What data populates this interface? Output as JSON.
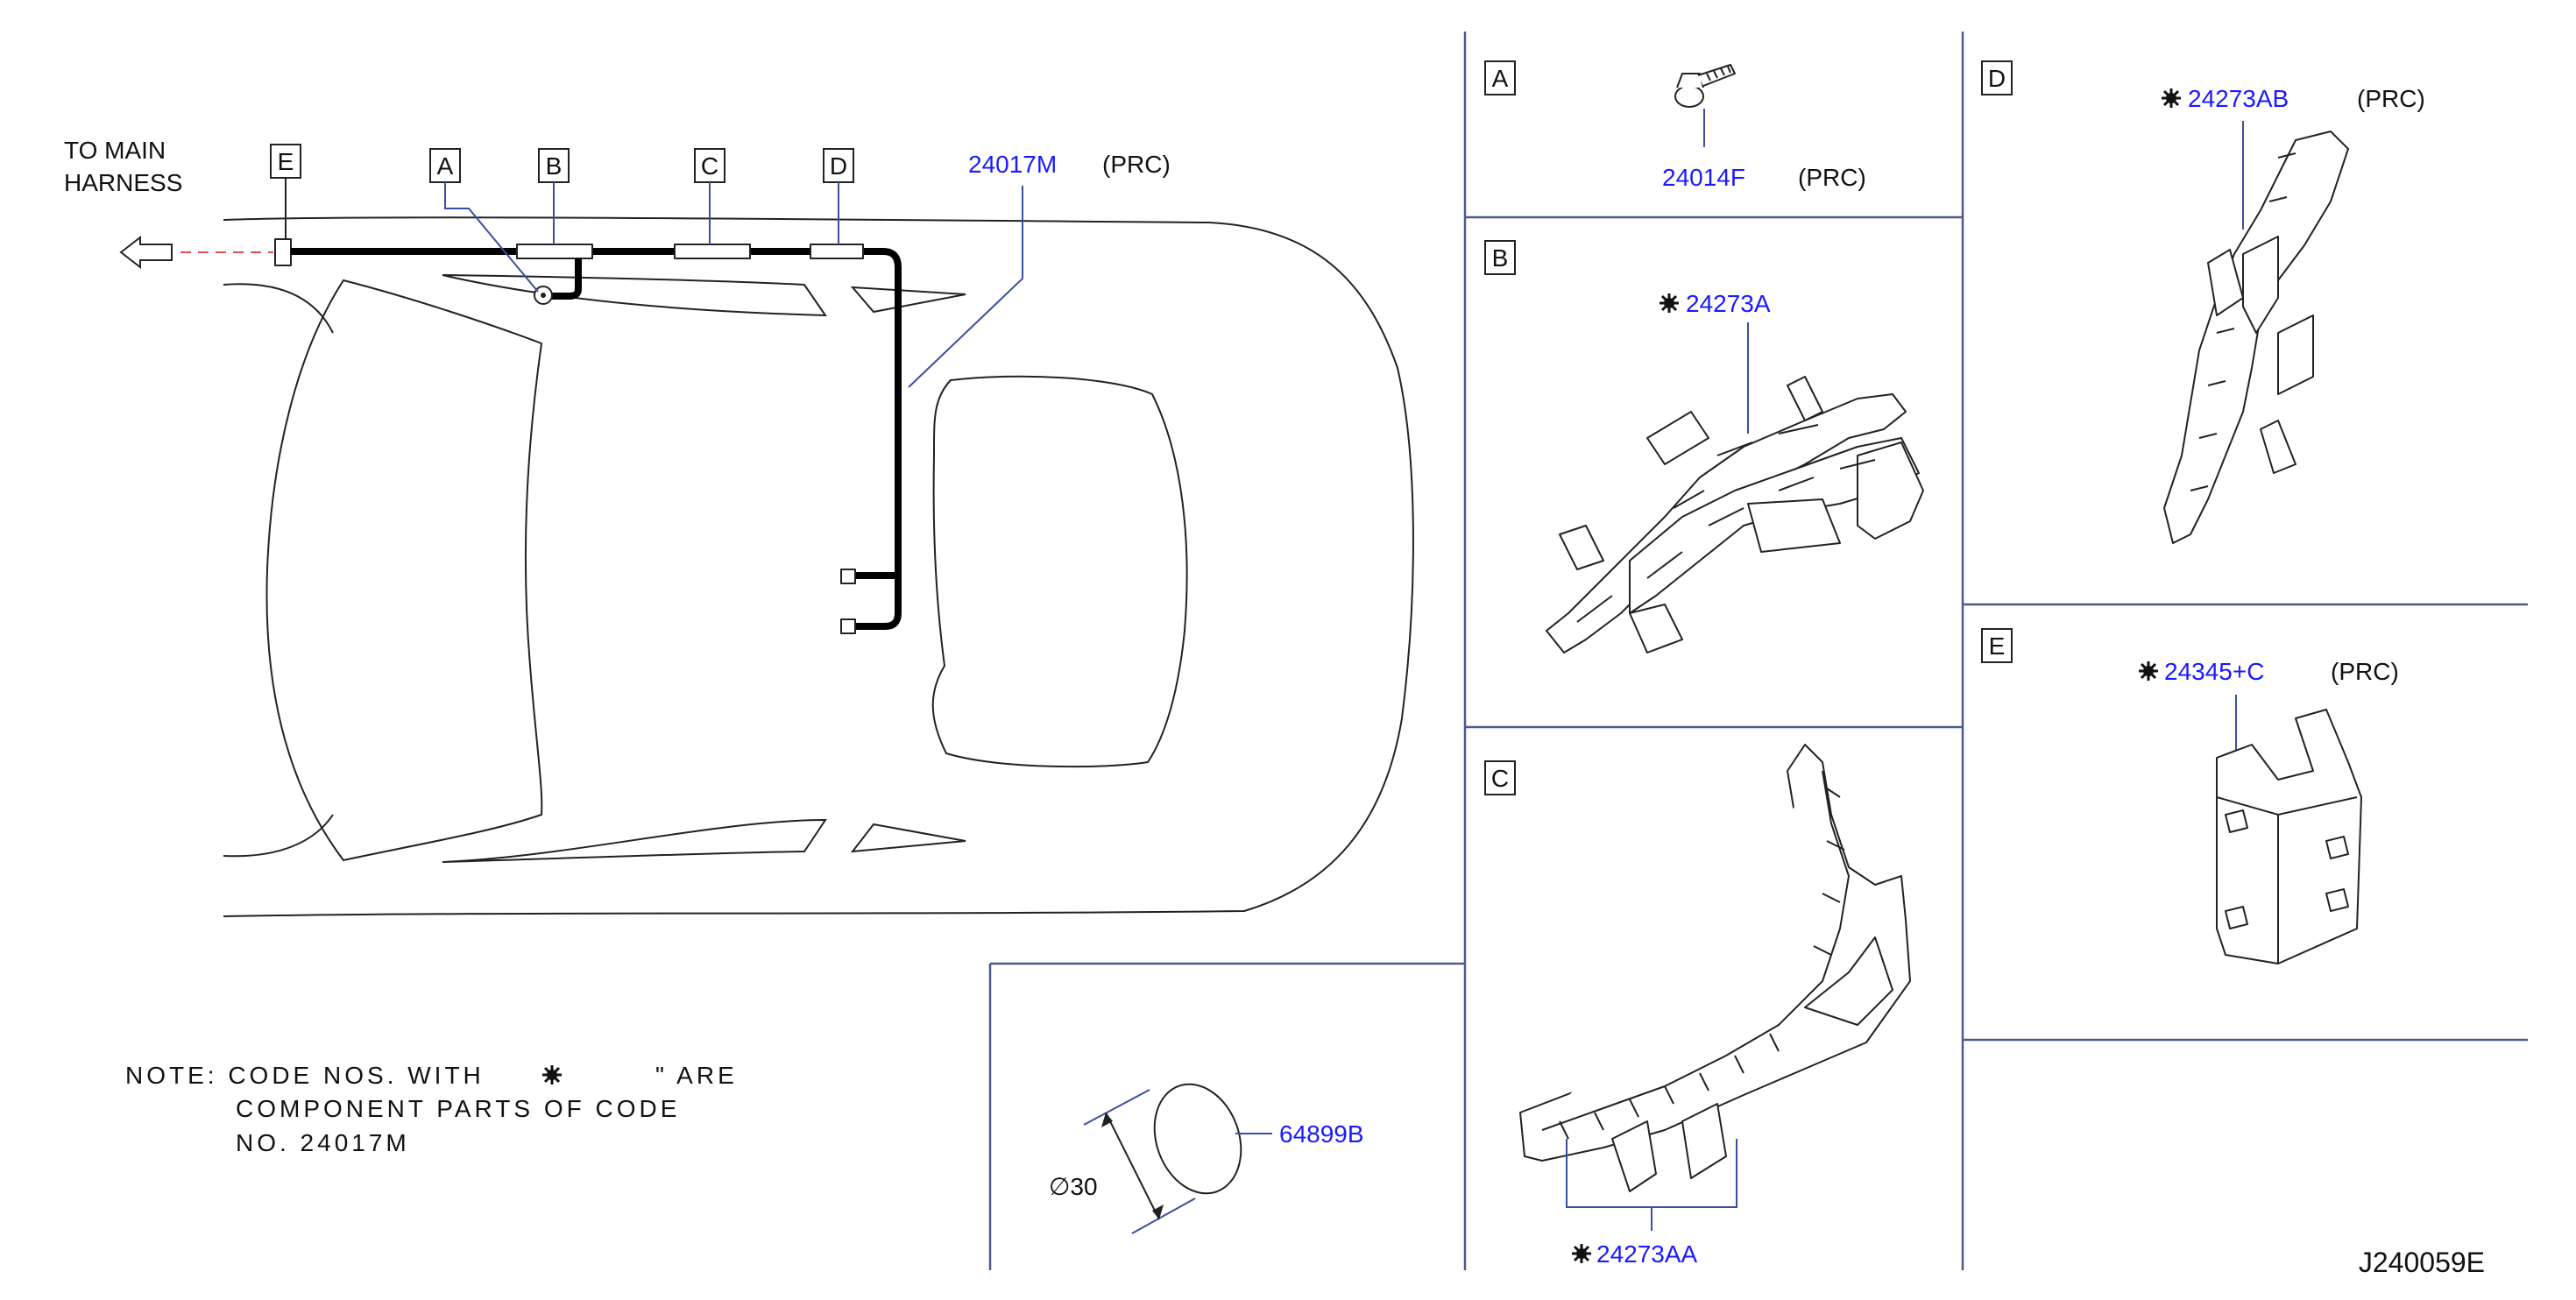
{
  "colors": {
    "part_number": "#1a1aff",
    "leader": "#3a4fa0",
    "frame": "#4a5a8a",
    "text": "#111111",
    "dashed_connector": "#e05050"
  },
  "harness": {
    "main_arrow_text_line1": "TO  MAIN",
    "main_arrow_text_line2": "HARNESS",
    "part_number": "24017M",
    "prc": "(PRC)",
    "callouts": [
      "E",
      "A",
      "B",
      "C",
      "D"
    ]
  },
  "note": {
    "line1_prefix": "NOTE:  CODE  NOS.  WITH",
    "line1_suffix": "\"  ARE",
    "line2": "COMPONENT  PARTS  OF  CODE",
    "line3": "NO.  24017M",
    "symbol_icon": "gear-mark-icon"
  },
  "grommet": {
    "part_number": "64899B",
    "dimension": "∅30"
  },
  "panel_a": {
    "letter": "A",
    "part_number": "24014F",
    "prc": "(PRC)"
  },
  "panel_b": {
    "letter": "B",
    "part_number": "24273A"
  },
  "panel_c": {
    "letter": "C",
    "part_number": "24273AA"
  },
  "panel_d": {
    "letter": "D",
    "part_number": "24273AB",
    "prc": "(PRC)"
  },
  "panel_e": {
    "letter": "E",
    "part_number": "24345+C",
    "prc": "(PRC)"
  },
  "drawing_code": "J240059E"
}
